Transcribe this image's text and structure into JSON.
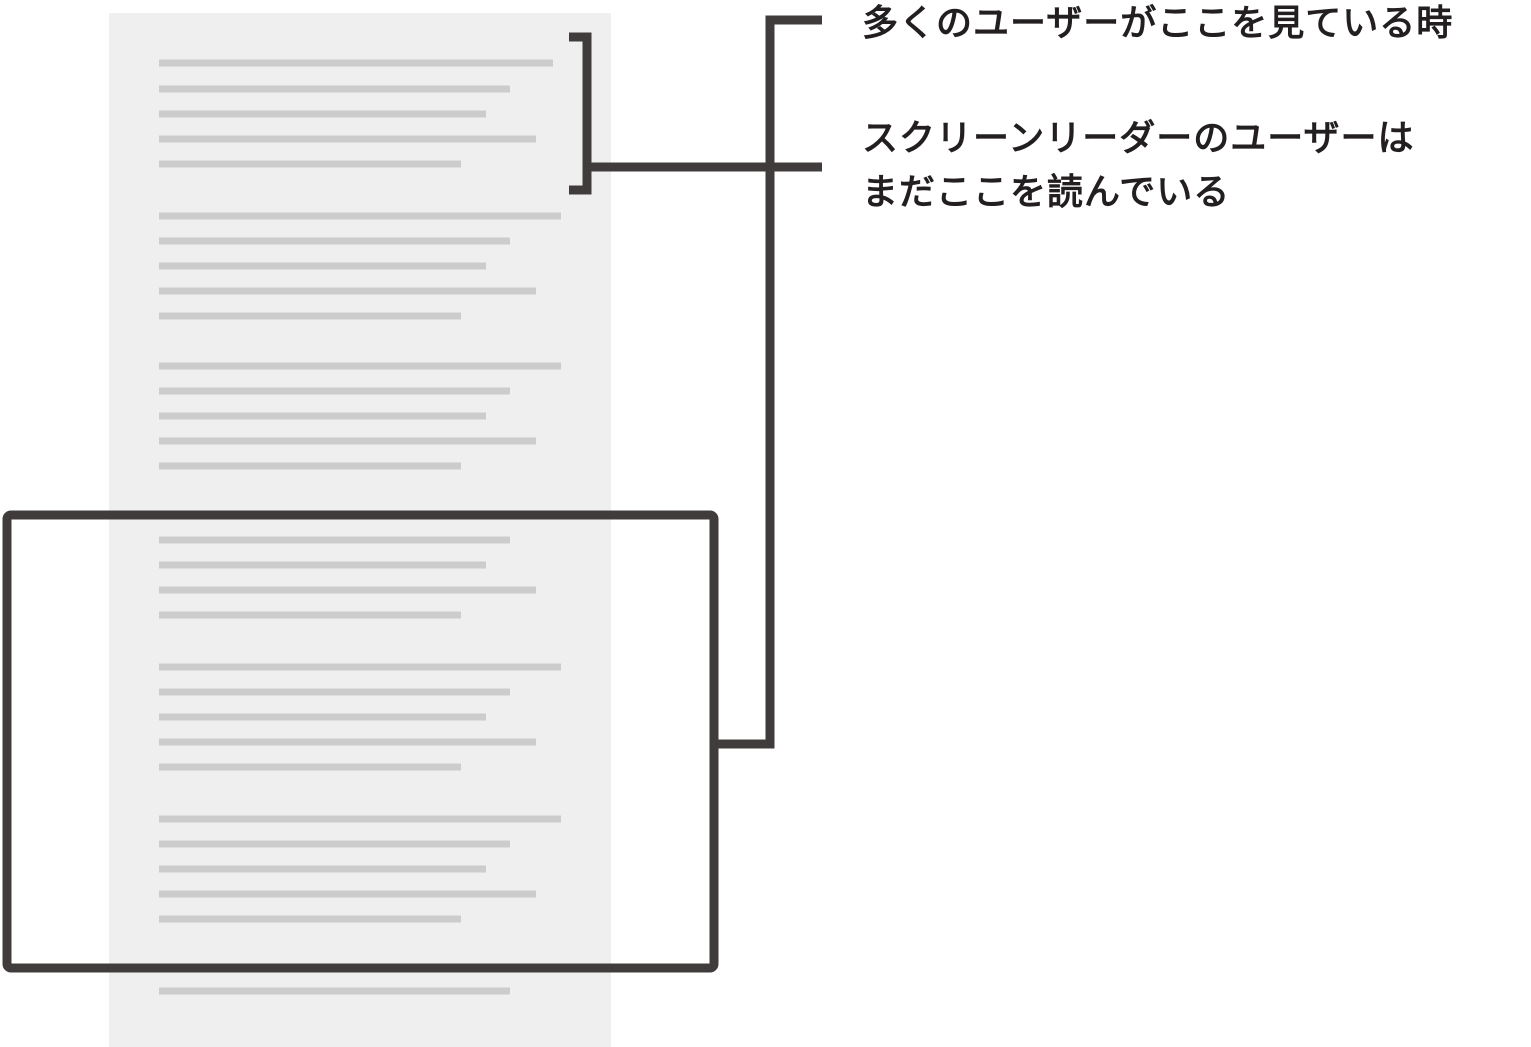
{
  "labels": {
    "sighted_users": "多くのユーザーがここを見ている時",
    "screen_reader_line1": "スクリーンリーダーのユーザーは",
    "screen_reader_line2": "まだここを読んでいる"
  },
  "colors": {
    "page_background": "#efefef",
    "text_placeholder": "#cccccc",
    "frame_stroke": "#403c3c",
    "label_text": "#231f20"
  }
}
